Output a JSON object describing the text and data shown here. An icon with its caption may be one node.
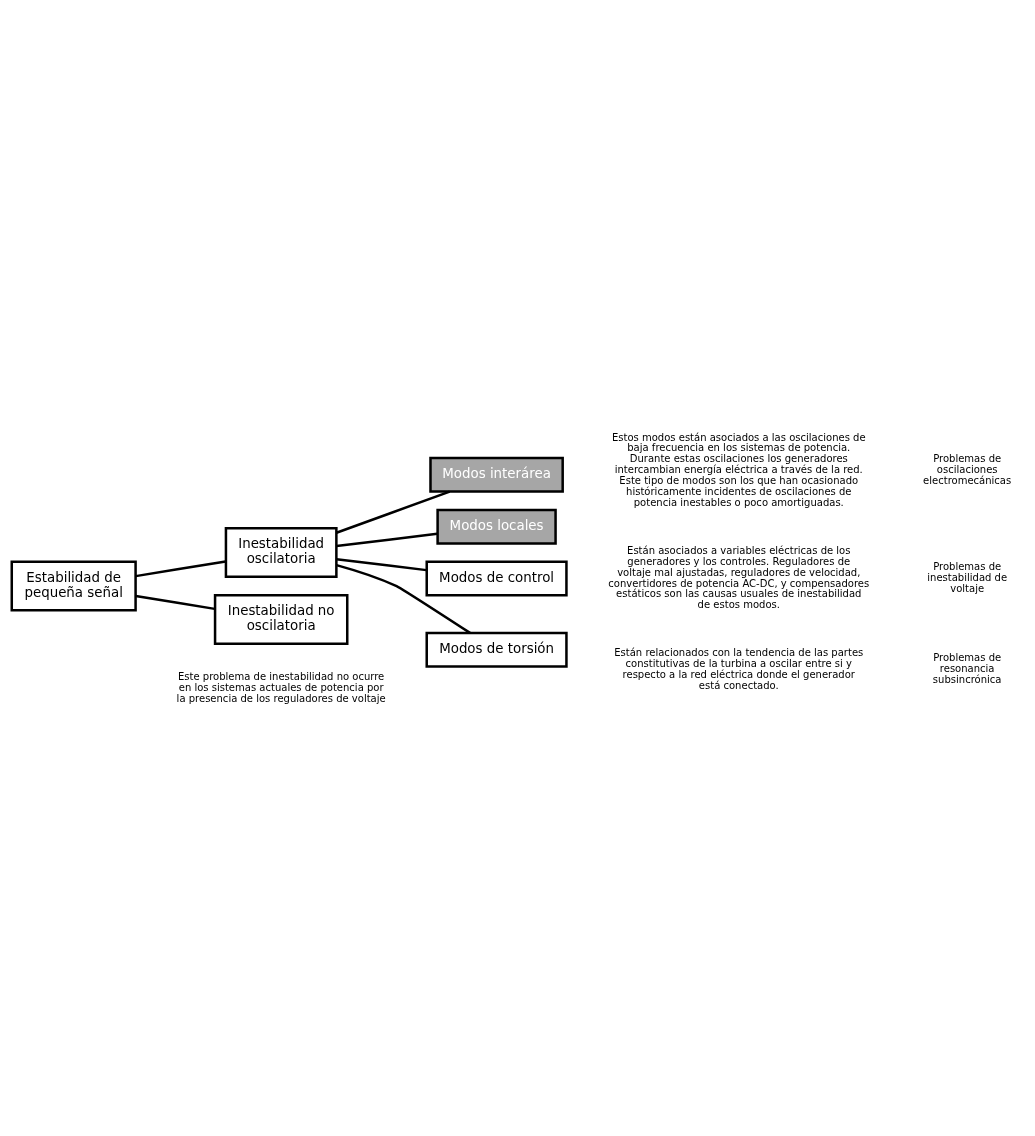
{
  "diagram": {
    "nodes": [
      {
        "text": [
          "Estabilidad de pequeña señal"
        ]
      },
      {
        "text": [
          "Inestabilidad oscilatoria"
        ]
      },
      {
        "text": [
          "Inestabilidad no oscilatoria"
        ],
        "beside": [
          "Este problema de inestabilidad no ocurre en los sistemas actuales de potencia por la presencia de los reguladores de voltaje"
        ]
      },
      {
        "text": [
          "Modos interárea"
        ]
      },
      {
        "text": [
          "Modos locales"
        ]
      },
      {
        "text": [
          "Modos de control"
        ]
      },
      {
        "text": [
          "Modos de torsión"
        ]
      }
    ],
    "edges": [
      {
        "from": 0,
        "to": 1,
        "arrow": "none"
      },
      {
        "from": 0,
        "to": 2,
        "arrow": "none"
      },
      {
        "from": 1,
        "to": 3,
        "arrow": "none"
      },
      {
        "from": 1,
        "to": 4,
        "arrow": "none"
      },
      {
        "from": 1,
        "to": 5,
        "arrow": "none"
      },
      {
        "from": 1,
        "to": 6,
        "arrow": "none"
      }
    ],
    "labels": [
      "Estos modos están asociados a las oscilaciones de baja frecuencia en los sistemas de potencia. Durante estas oscilaciones los generadores intercambian energía eléctrica a través de la red. Este tipo de modos son los que han ocasionado históricamente incidentes de oscilaciones de potencia inestables o poco amortiguadas.",
      "Problemas de oscilaciones electromecánicas",
      "Están asociados a variables eléctricas de los generadores y los controles. Reguladores de voltaje mal ajustadas, reguladores de velocidad, convertidores de potencia AC-DC, y compensadores estáticos son las causas usuales de inestabilidad de estos modos.",
      "Problemas de inestabilidad de voltaje",
      "Están relacionados con la tendencia de las partes constitutivas de la turbina a oscilar entre si y respecto a la red eléctrica donde el generador está conectado.",
      "Problemas de resonancia subsincrónica"
    ]
  }
}
